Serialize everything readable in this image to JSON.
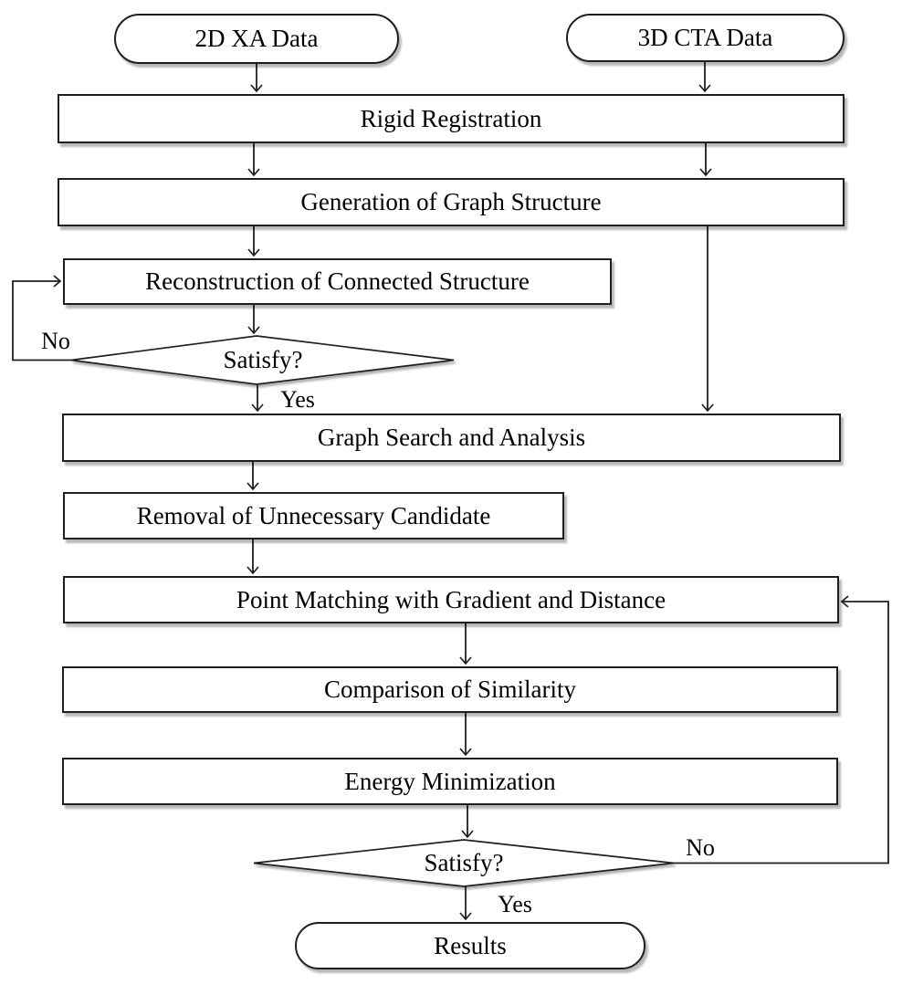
{
  "diagram_type": "flowchart",
  "nodes": {
    "xa_data": {
      "label": "2D XA Data",
      "shape": "terminator"
    },
    "cta_data": {
      "label": "3D CTA Data",
      "shape": "terminator"
    },
    "rigid": {
      "label": "Rigid Registration",
      "shape": "process"
    },
    "generation": {
      "label": "Generation of Graph Structure",
      "shape": "process"
    },
    "reconstruction": {
      "label": "Reconstruction of Connected Structure",
      "shape": "process"
    },
    "satisfy1": {
      "label": "Satisfy?",
      "shape": "decision"
    },
    "graph_search": {
      "label": "Graph Search and Analysis",
      "shape": "process"
    },
    "removal": {
      "label": "Removal of Unnecessary Candidate",
      "shape": "process"
    },
    "point_matching": {
      "label": "Point Matching with Gradient and Distance",
      "shape": "process"
    },
    "comparison": {
      "label": "Comparison of Similarity",
      "shape": "process"
    },
    "energy": {
      "label": "Energy Minimization",
      "shape": "process"
    },
    "satisfy2": {
      "label": "Satisfy?",
      "shape": "decision"
    },
    "results": {
      "label": "Results",
      "shape": "terminator"
    }
  },
  "edges": [
    {
      "from": "xa_data",
      "to": "rigid"
    },
    {
      "from": "cta_data",
      "to": "rigid"
    },
    {
      "from": "rigid",
      "to": "generation"
    },
    {
      "from": "generation",
      "to": "reconstruction"
    },
    {
      "from": "generation",
      "to": "graph_search"
    },
    {
      "from": "reconstruction",
      "to": "satisfy1"
    },
    {
      "from": "satisfy1",
      "to": "reconstruction",
      "label": "No"
    },
    {
      "from": "satisfy1",
      "to": "graph_search",
      "label": "Yes"
    },
    {
      "from": "graph_search",
      "to": "removal"
    },
    {
      "from": "removal",
      "to": "point_matching"
    },
    {
      "from": "point_matching",
      "to": "comparison"
    },
    {
      "from": "comparison",
      "to": "energy"
    },
    {
      "from": "energy",
      "to": "satisfy2"
    },
    {
      "from": "satisfy2",
      "to": "point_matching",
      "label": "No"
    },
    {
      "from": "satisfy2",
      "to": "results",
      "label": "Yes"
    }
  ],
  "edge_labels": {
    "no1": "No",
    "yes1": "Yes",
    "no2": "No",
    "yes2": "Yes"
  },
  "colors": {
    "background": "#ffffff",
    "stroke": "#1f1f1f",
    "node_fill": "#ffffff",
    "text": "#000000"
  }
}
